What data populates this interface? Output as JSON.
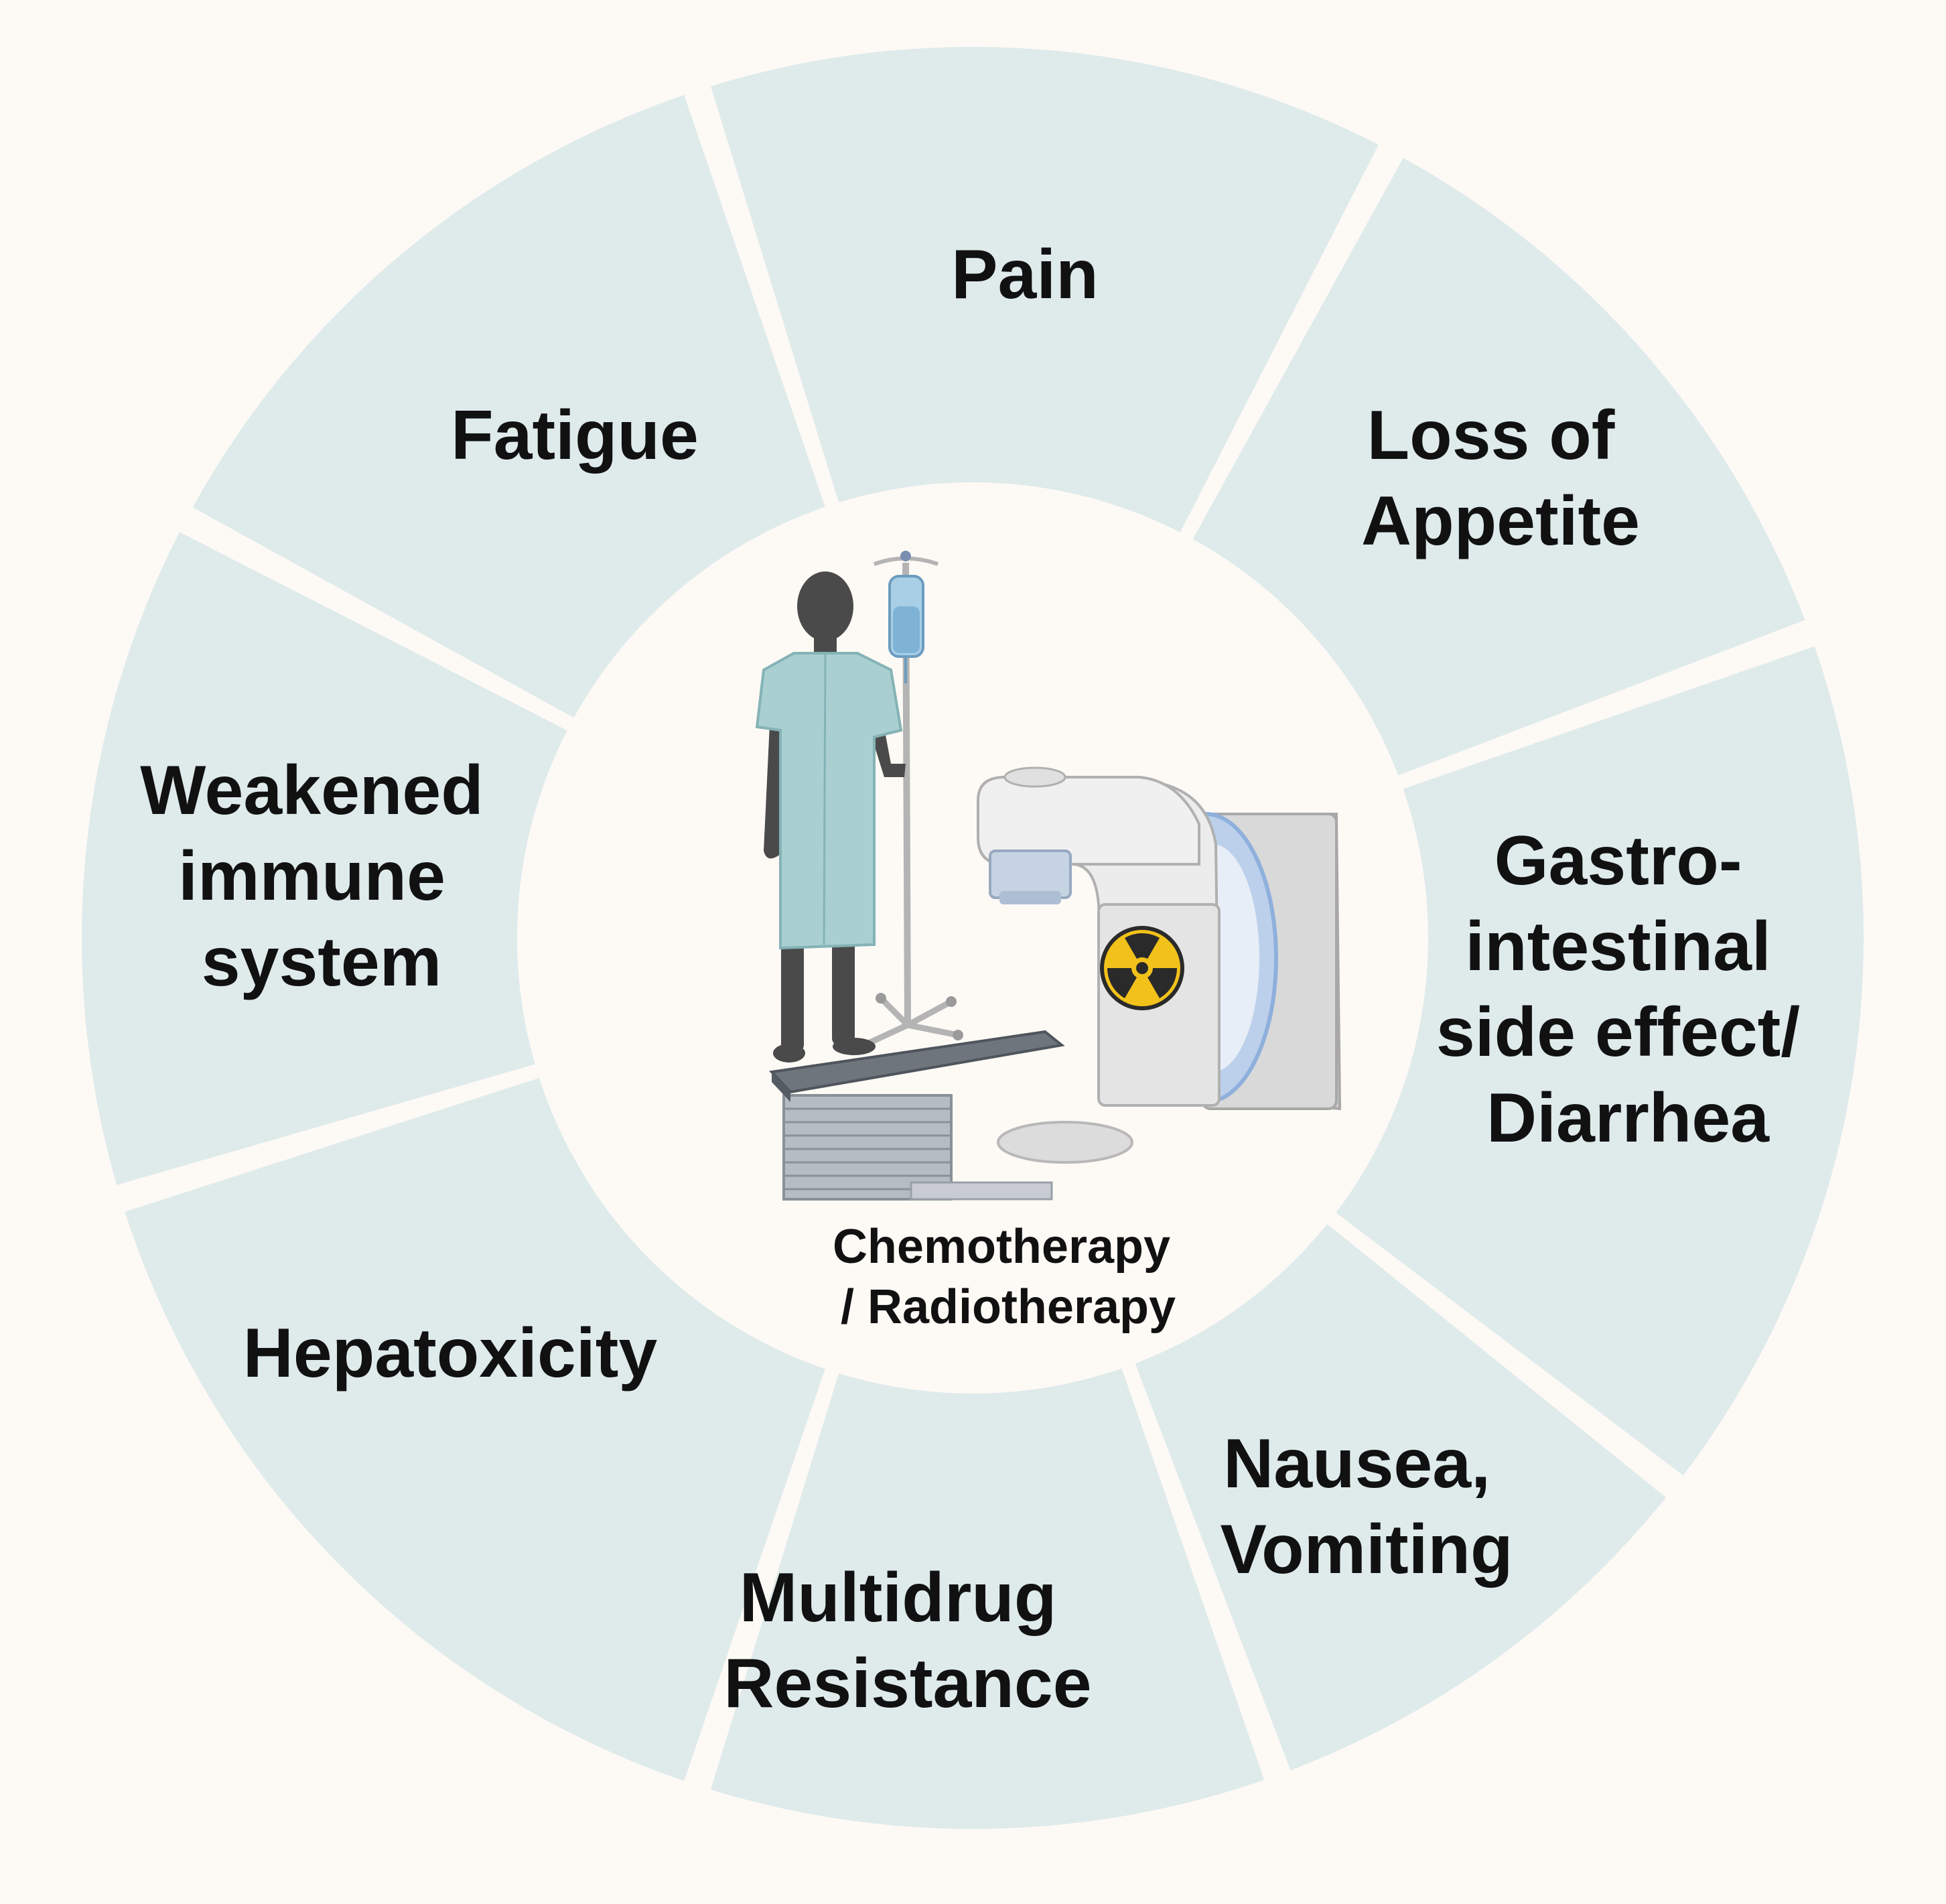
{
  "colors": {
    "background": "#fdfaf5",
    "segment_fill": "#dfeaeb",
    "divider": "#fdfaf5",
    "text": "#111111",
    "gown": "#a9cfd1",
    "machine": "#e6e6e6",
    "hazard_yellow": "#f2c21a"
  },
  "center": {
    "lines": [
      "Chemotherapy",
      "/ Radiotherapy"
    ],
    "icons": [
      "patient-figure",
      "iv-drip-stand",
      "radiotherapy-machine",
      "radiation-hazard-icon",
      "treatment-table"
    ]
  },
  "segments": [
    {
      "id": "pain",
      "lines": [
        "Pain"
      ]
    },
    {
      "id": "loss-of-appetite",
      "lines": [
        "Loss of",
        "Appetite"
      ]
    },
    {
      "id": "gastrointestinal",
      "lines": [
        "Gastro-",
        "intestinal",
        "side effect/",
        "Diarrhea"
      ]
    },
    {
      "id": "nausea-vomiting",
      "lines": [
        "Nausea,",
        "Vomiting"
      ]
    },
    {
      "id": "multidrug-resistance",
      "lines": [
        "Multidrug",
        "Resistance"
      ]
    },
    {
      "id": "hepatotoxicity",
      "lines": [
        "Hepatoxicity"
      ]
    },
    {
      "id": "weakened-immune-system",
      "lines": [
        "Weakened",
        "immune",
        "system"
      ]
    },
    {
      "id": "fatigue",
      "lines": [
        "Fatigue"
      ]
    }
  ]
}
